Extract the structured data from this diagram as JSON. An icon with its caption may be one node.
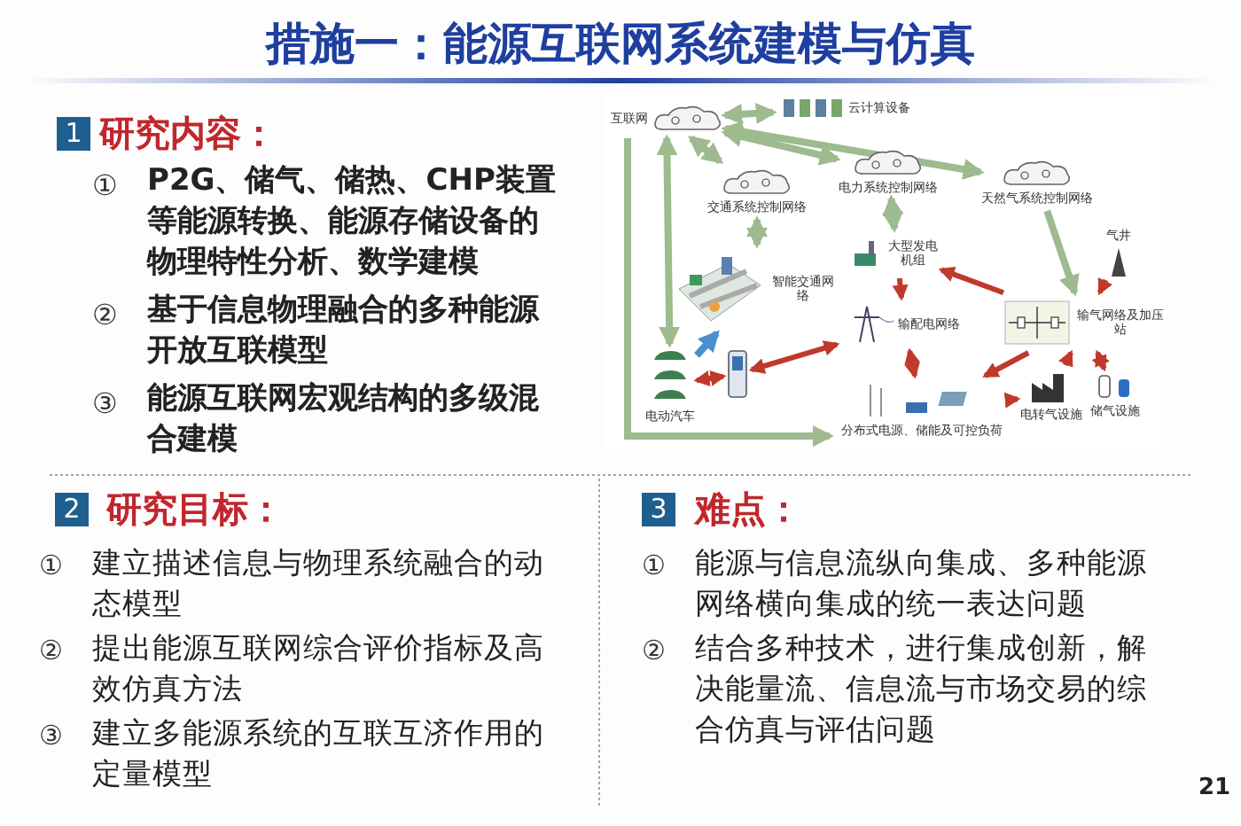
{
  "diagram": {
    "title": "措施一：能源互联网系统建模与仿真",
    "nodes": [
      {
        "text": [
          "互联网"
        ]
      },
      {
        "text": [
          "云计算设备"
        ]
      },
      {
        "text": [
          "交通系统控制网络"
        ]
      },
      {
        "text": [
          "电力系统控制网络"
        ]
      },
      {
        "text": [
          "天然气系统控制网络"
        ]
      },
      {
        "text": [
          "智能交通网络"
        ]
      },
      {
        "text": [
          "大型发电机组"
        ]
      },
      {
        "text": [
          "输配电网络"
        ]
      },
      {
        "text": [
          "输气网络及加压站"
        ]
      },
      {
        "text": [
          "气井"
        ]
      },
      {
        "text": [
          "电动汽车"
        ]
      },
      {
        "text": [],
        "shape": "picture"
      },
      {
        "text": [
          "分布式电源、储能及可控负荷"
        ]
      },
      {
        "text": [
          "电转气设施"
        ]
      },
      {
        "text": [
          "储气设施"
        ]
      }
    ],
    "edges": [
      {
        "from": 0,
        "to": 1,
        "arrow": "both",
        "color": "#9dbb8e"
      },
      {
        "from": 0,
        "to": 2,
        "arrow": "both",
        "color": "#9dbb8e"
      },
      {
        "from": 0,
        "to": 3,
        "arrow": "both",
        "color": "#9dbb8e"
      },
      {
        "from": 0,
        "to": 4,
        "arrow": "both",
        "color": "#9dbb8e"
      },
      {
        "from": 0,
        "to": 10,
        "arrow": "both",
        "color": "#9dbb8e"
      },
      {
        "from": 0,
        "to": 12,
        "arrow": "to",
        "color": "#9dbb8e"
      },
      {
        "from": 2,
        "to": 5,
        "arrow": "both",
        "color": "#9dbb8e"
      },
      {
        "from": 3,
        "to": 6,
        "arrow": "both",
        "color": "#9dbb8e"
      },
      {
        "from": 4,
        "to": 8,
        "arrow": "to",
        "color": "#9dbb8e"
      },
      {
        "from": 10,
        "to": 5,
        "arrow": "to",
        "color": "#4a8fd0"
      },
      {
        "from": 10,
        "to": 11,
        "arrow": "both"
      },
      {
        "from": 11,
        "to": 7,
        "arrow": "both"
      },
      {
        "from": 6,
        "to": 7,
        "arrow": "to"
      },
      {
        "from": 8,
        "to": 6,
        "arrow": "to"
      },
      {
        "from": 9,
        "to": 8,
        "arrow": "to"
      },
      {
        "from": 8,
        "to": 12,
        "arrow": "to"
      },
      {
        "from": 7,
        "to": 12,
        "arrow": "both"
      },
      {
        "from": 12,
        "to": 13,
        "arrow": "to"
      },
      {
        "from": 13,
        "to": 8,
        "arrow": "to"
      },
      {
        "from": 8,
        "to": 14,
        "arrow": "both"
      }
    ],
    "labels": [
      "1",
      "研究内容：",
      "①",
      "P2G、储气、储热、CHP装置等能源转换、能源存储设备的物理特性分析、数学建模",
      "②",
      "基于信息物理融合的多种能源开放互联模型",
      "③",
      "能源互联网宏观结构的多级混合建模",
      "2",
      "研究目标：",
      "①",
      "建立描述信息与物理系统融合的动态模型",
      "②",
      "提出能源互联网综合评价指标及高效仿真方法",
      "③",
      "建立多能源系统的互联互济作用的定量模型",
      "3",
      "难点：",
      "①",
      "能源与信息流纵向集成、多种能源网络横向集成的统一表达问题",
      "②",
      "结合多种技术，进行集成创新，解决能量流、信息流与市场交易的综合仿真与评估问题",
      "21"
    ]
  }
}
